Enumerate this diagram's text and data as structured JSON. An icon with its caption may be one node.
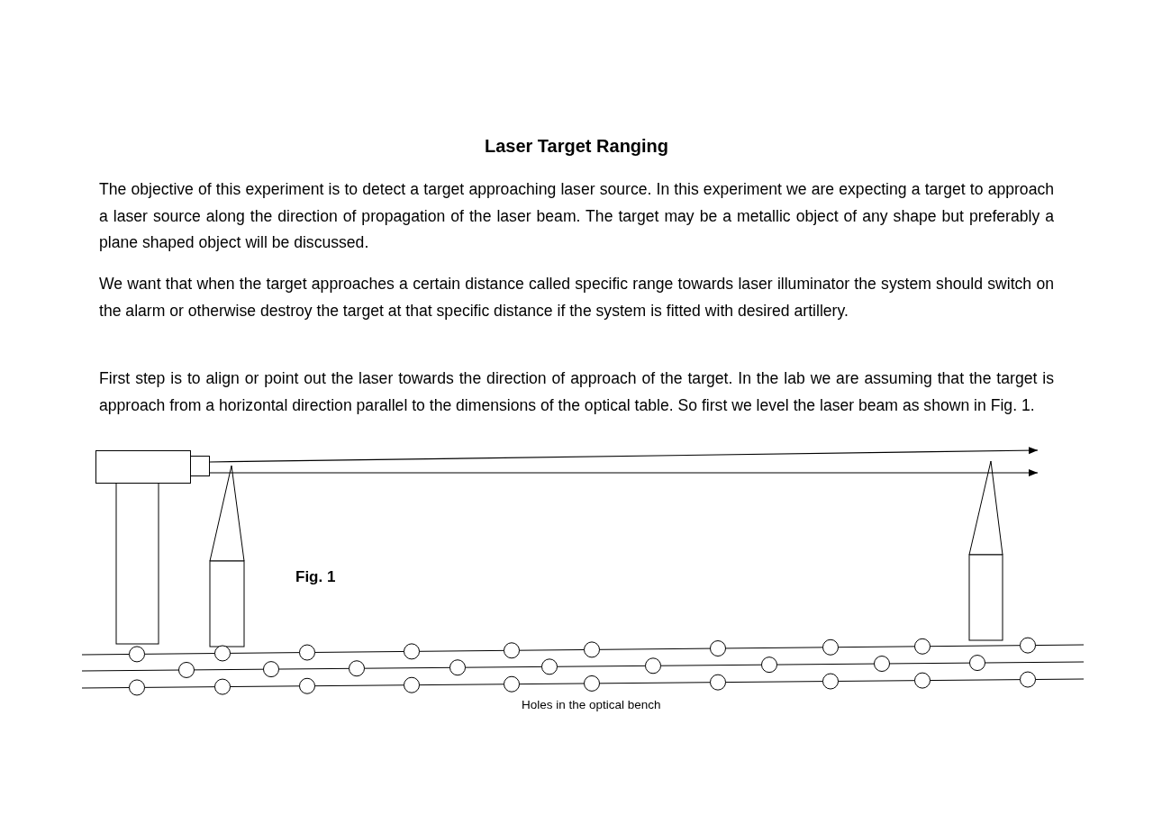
{
  "diagram": {
    "title": "Laser Target Ranging",
    "nodes": [
      {
        "text": [],
        "shape": "box"
      },
      {
        "text": [],
        "shape": "box"
      }
    ],
    "edges": [
      {
        "from": 1,
        "to": null,
        "arrow": "to"
      },
      {
        "from": 1,
        "to": null,
        "arrow": "to"
      }
    ],
    "labels": [
      "The objective of this experiment is to detect a target approaching laser source. In this experiment we are expecting a target to approach a laser source along the direction of propagation of the laser beam. The target may be a metallic object of any shape but preferably a plane shaped object will be discussed.",
      "We want that when the target approaches a certain distance called specific range towards laser illuminator the system should switch on the alarm or otherwise destroy the target at that specific distance if the system is fitted with desired artillery.",
      "First step is to align or point out the laser towards the direction of approach of the target. In the lab we are assuming that the target is approach from a horizontal direction parallel to the dimensions of the optical table. So first we level the laser beam as shown in Fig. 1.",
      "Fig. 1",
      "Holes in the optical bench"
    ]
  }
}
